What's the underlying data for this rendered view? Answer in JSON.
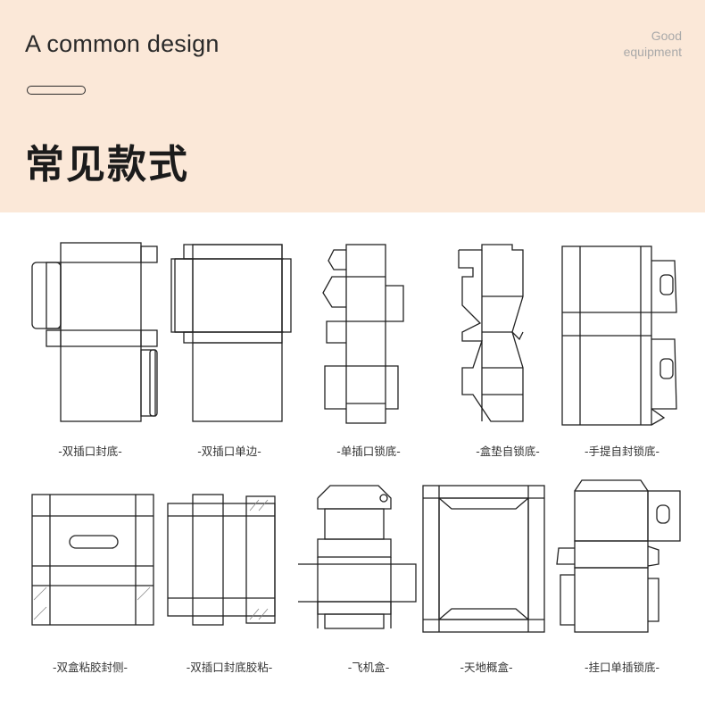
{
  "header": {
    "title_en": "A common design",
    "tag_line1": "Good",
    "tag_line2": "equipment",
    "title_cn": "常见款式"
  },
  "items": [
    {
      "label": "-双插口封底-",
      "icon": "box-dieline-double-tuck-seal-bottom"
    },
    {
      "label": "-双插口单边-",
      "icon": "box-dieline-double-tuck-single-side"
    },
    {
      "label": "-单插口锁底-",
      "icon": "box-dieline-single-tuck-lock-bottom"
    },
    {
      "label": "-盒垫自锁底-",
      "icon": "box-dieline-pad-auto-lock-bottom"
    },
    {
      "label": "-手提自封锁底-",
      "icon": "box-dieline-handle-self-seal-lock-bottom"
    },
    {
      "label": "-双盒粘胶封侧-",
      "icon": "box-dieline-double-glue-side"
    },
    {
      "label": "-双插口封底胶粘-",
      "icon": "box-dieline-double-tuck-glue-bottom"
    },
    {
      "label": "-飞机盒-",
      "icon": "box-dieline-mailer-box"
    },
    {
      "label": "-天地概盒-",
      "icon": "box-dieline-lid-and-base"
    },
    {
      "label": "-挂口单插锁底-",
      "icon": "box-dieline-hanger-single-tuck-lock-bottom"
    }
  ]
}
